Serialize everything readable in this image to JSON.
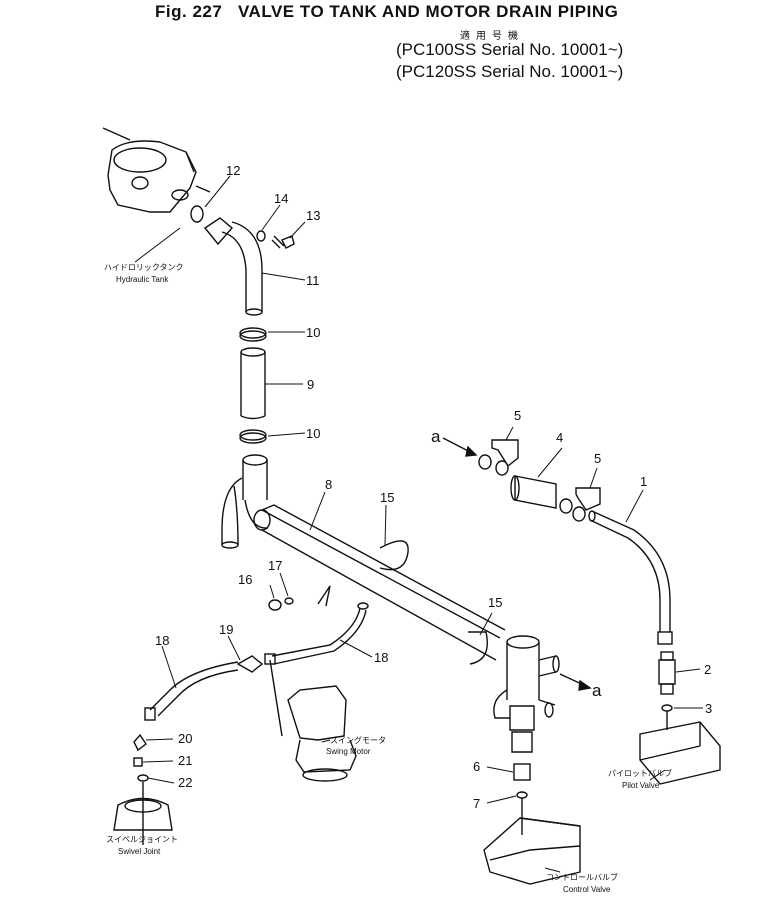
{
  "header": {
    "fig": "Fig. 227",
    "title": "VALVE TO TANK AND MOTOR DRAIN PIPING",
    "applicable_jp": "適用号機",
    "serial_1": "PC100SS Serial No. 10001~",
    "serial_2": "PC120SS Serial No. 10001~"
  },
  "components": {
    "hydraulic_tank": {
      "jp": "ハイドロリックタンク",
      "en": "Hydraulic Tank"
    },
    "swing_motor": {
      "jp": "スイングモータ",
      "en": "Swing Motor"
    },
    "pilot_valve": {
      "jp": "パイロットバルブ",
      "en": "Pilot Valve"
    },
    "control_valve": {
      "jp": "コントロールバルブ",
      "en": "Control Valve"
    },
    "swivel_joint": {
      "jp": "スイベルジョイント",
      "en": "Swivel Joint"
    }
  },
  "callouts": {
    "p1": "1",
    "p2": "2",
    "p3": "3",
    "p4": "4",
    "p5a": "5",
    "p5b": "5",
    "p6": "6",
    "p7": "7",
    "p8": "8",
    "p9": "9",
    "p10a": "10",
    "p10b": "10",
    "p11": "11",
    "p12": "12",
    "p13": "13",
    "p14": "14",
    "p15a": "15",
    "p15b": "15",
    "p16": "16",
    "p17": "17",
    "p18a": "18",
    "p18b": "18",
    "p19": "19",
    "p20": "20",
    "p21": "21",
    "p22": "22"
  },
  "arrows": {
    "left": "a",
    "right": "a"
  }
}
